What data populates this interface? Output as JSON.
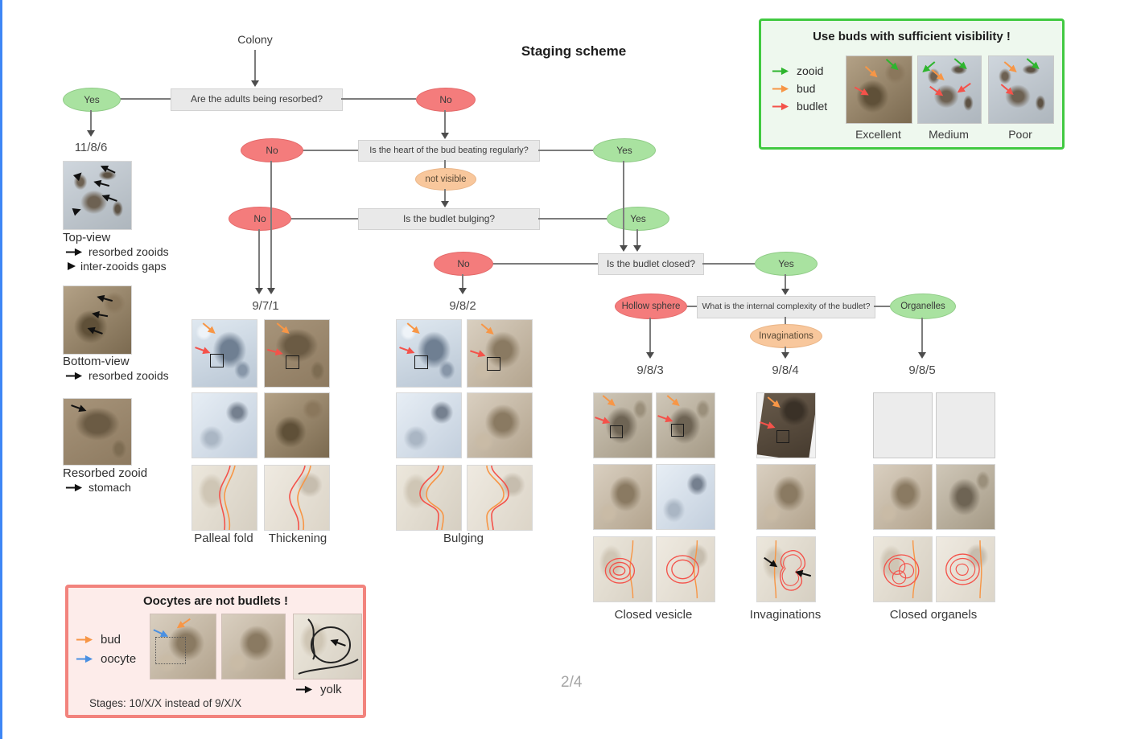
{
  "meta": {
    "title": "Staging scheme",
    "page": "2/4"
  },
  "flow": {
    "colony": "Colony",
    "q_adults": "Are the adults being resorbed?",
    "q_heart": "Is the heart of the bud beating regularly?",
    "q_bulging": "Is the budlet bulging?",
    "q_closed": "Is the budlet closed?",
    "q_complexity": "What is the internal complexity of the budlet?",
    "yes": "Yes",
    "no": "No",
    "not_visible": "not visible",
    "hollow_sphere": "Hollow sphere",
    "invaginations": "Invaginations",
    "organelles": "Organelles"
  },
  "stages": {
    "top": "11/8/6",
    "s971": "9/7/1",
    "s982": "9/8/2",
    "s983": "9/8/3",
    "s984": "9/8/4",
    "s985": "9/8/5"
  },
  "columns": {
    "palleal": "Palleal fold",
    "thickening": "Thickening",
    "bulging": "Bulging",
    "closed_vesicle": "Closed vesicle",
    "invaginations_label": "Invaginations",
    "closed_organels": "Closed organels"
  },
  "left": {
    "top_view": "Top-view",
    "note_resorbed": "resorbed zooids",
    "note_gaps": "inter-zooids gaps",
    "bottom_view": "Bottom-view",
    "note_resorbed2": "resorbed zooids",
    "resorbed_zooid": "Resorbed zooid",
    "note_stomach": "stomach"
  },
  "visibility_box": {
    "title": "Use buds with sufficient visibility !",
    "legend": [
      {
        "label": "zooid",
        "color": "#2eb52e"
      },
      {
        "label": "bud",
        "color": "#f79646"
      },
      {
        "label": "budlet",
        "color": "#f4524a"
      }
    ],
    "ratings": [
      "Excellent",
      "Medium",
      "Poor"
    ]
  },
  "oocyte_box": {
    "title": "Oocytes are not budlets !",
    "legend": [
      {
        "label": "bud",
        "color": "#f79646"
      },
      {
        "label": "oocyte",
        "color": "#4a90e2"
      }
    ],
    "yolk": "yolk",
    "note": "Stages: 10/X/X instead of 9/X/X"
  },
  "colors": {
    "answer_green": "#a9e2a0",
    "answer_red": "#f47c7c",
    "answer_orange": "#f8c79c",
    "box_green_border": "#41c941",
    "box_pink_border": "#f2837d",
    "left_bar_blue": "#3e86f5",
    "arrow_orange": "#f79646",
    "arrow_red": "#f4524a",
    "arrow_green": "#2eb52e",
    "arrow_blue": "#4a90e2"
  }
}
